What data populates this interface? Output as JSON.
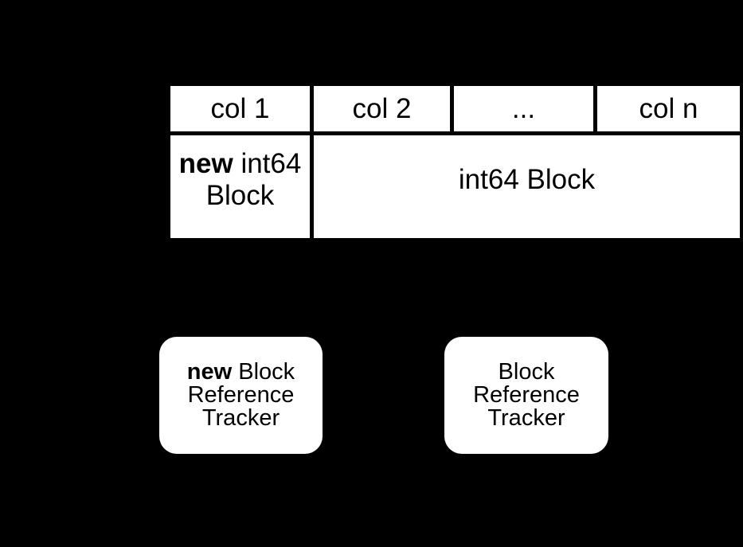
{
  "canvas": {
    "background": "#000000",
    "cell_fill": "#ffffff",
    "text_color": "#000000"
  },
  "table": {
    "headers": [
      {
        "label": "col 1"
      },
      {
        "label": "col 2"
      },
      {
        "label": "..."
      },
      {
        "label": "col n"
      }
    ],
    "row": {
      "col1": {
        "bold": "new",
        "rest": " int64",
        "line2": "Block"
      },
      "merged": "int64 Block"
    }
  },
  "trackers": {
    "left": {
      "bold": "new",
      "rest": " Block",
      "line2": "Reference",
      "line3": "Tracker"
    },
    "right": {
      "line1": "Block",
      "line2": "Reference",
      "line3": "Tracker"
    }
  }
}
